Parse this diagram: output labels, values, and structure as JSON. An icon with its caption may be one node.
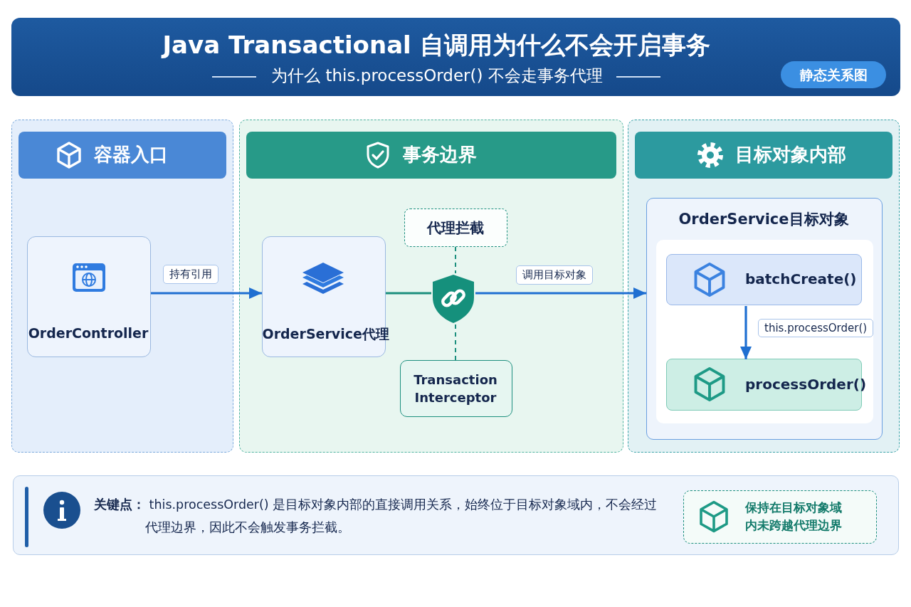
{
  "diagram": {
    "title": "Java Transactional 自调用为什么不会开启事务",
    "nodes": [
      {
        "text": [
          "静态关系图"
        ]
      },
      {
        "text": [
          "容器入口"
        ]
      },
      {
        "text": [
          "OrderController"
        ],
        "in": 1
      },
      {
        "text": [
          "事务边界"
        ]
      },
      {
        "text": [
          "OrderService代理"
        ],
        "in": 3
      },
      {
        "text": [
          "代理拦截"
        ],
        "in": 3
      },
      {
        "text": [],
        "shape": "shield",
        "in": 3
      },
      {
        "text": [
          "Transaction Interceptor"
        ],
        "in": 3
      },
      {
        "text": [
          "目标对象内部"
        ]
      },
      {
        "text": [
          "OrderService目标对象"
        ],
        "in": 8
      },
      {
        "text": [
          "batchCreate()"
        ],
        "in": 9
      },
      {
        "text": [
          "processOrder()"
        ],
        "in": 9
      },
      {
        "text": [
          "**关键点：** this.processOrder() 是目标对象内部的直接调用关系，始终位于目标对象域内，不会经过代理边界，因此不会触发事务拦截。"
        ]
      },
      {
        "text": [
          "保持在目标对象域内未跨越代理边界"
        ],
        "in": 12
      }
    ],
    "edges": [
      {
        "from": 2,
        "to": 4,
        "arrow": "to",
        "label": "持有引用"
      },
      {
        "from": 4,
        "to": 6,
        "arrow": "none",
        "color": "#1c8f7e"
      },
      {
        "from": 6,
        "to": 9,
        "arrow": "to",
        "label": "调用目标对象"
      },
      {
        "from": 5,
        "to": 6,
        "arrow": "none",
        "style": "dashed",
        "color": "#1c8f7e"
      },
      {
        "from": 6,
        "to": 7,
        "arrow": "none",
        "style": "dashed",
        "color": "#1c8f7e"
      },
      {
        "from": 10,
        "to": 11,
        "arrow": "to",
        "label": "this.processOrder()"
      }
    ],
    "labels": [
      "为什么 this.processOrder() 不会走事务代理"
    ]
  }
}
